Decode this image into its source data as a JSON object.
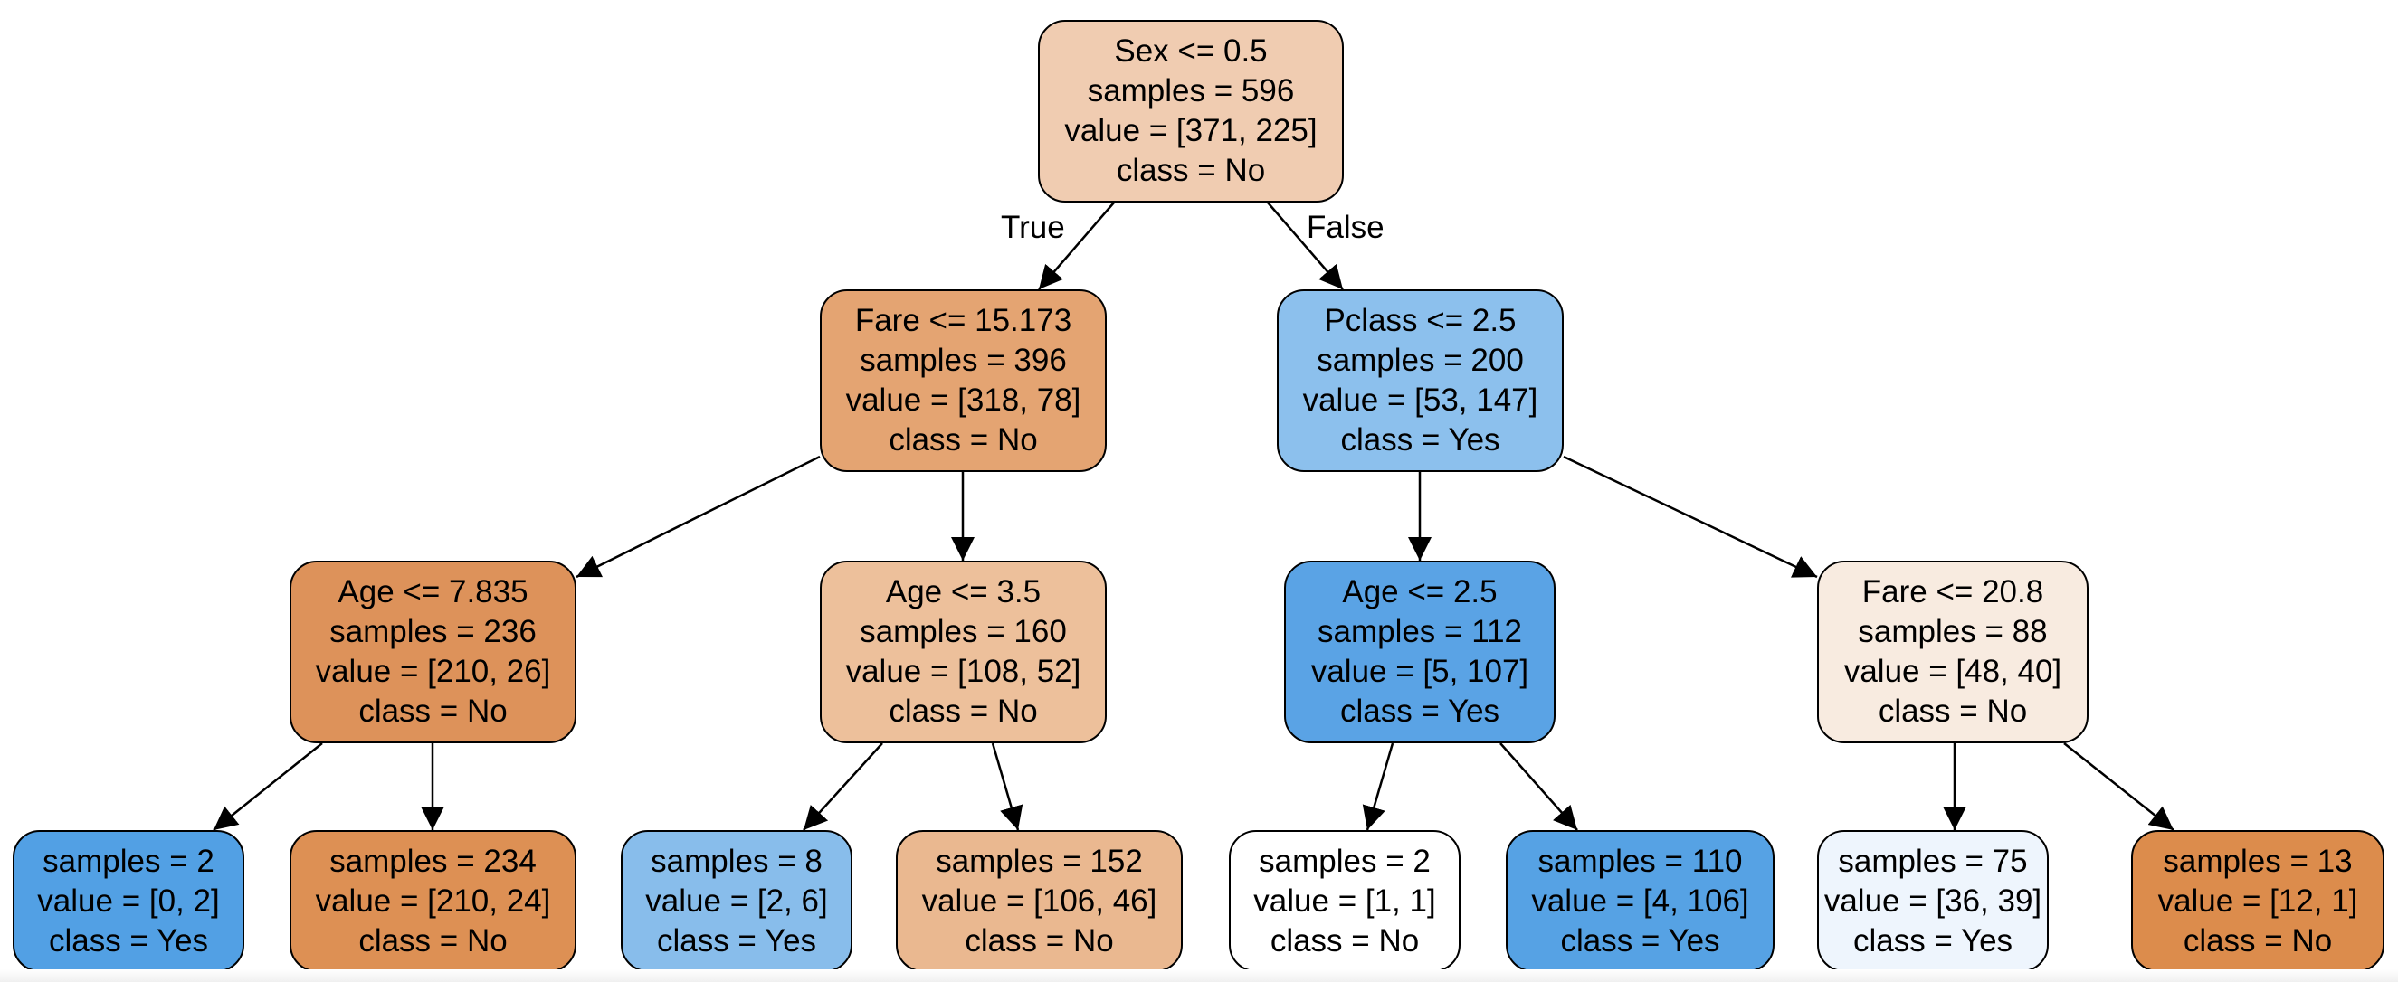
{
  "tree": {
    "edge_labels": {
      "true_label": "True",
      "false_label": "False"
    },
    "nodes": [
      {
        "id": "root",
        "split": "Sex <= 0.5",
        "samples": "samples = 596",
        "value": "value = [371, 225]",
        "class": "class = No",
        "fill": "#f0ccb1"
      },
      {
        "id": "fare-15",
        "split": "Fare <= 15.173",
        "samples": "samples = 396",
        "value": "value = [318, 78]",
        "class": "class = No",
        "fill": "#e4a472"
      },
      {
        "id": "pclass-2-5",
        "split": "Pclass <= 2.5",
        "samples": "samples = 200",
        "value": "value = [53, 147]",
        "class": "class = Yes",
        "fill": "#8cc0ed"
      },
      {
        "id": "age-7-835",
        "split": "Age <= 7.835",
        "samples": "samples = 236",
        "value": "value = [210, 26]",
        "class": "class = No",
        "fill": "#dd925a"
      },
      {
        "id": "age-3-5",
        "split": "Age <= 3.5",
        "samples": "samples = 160",
        "value": "value = [108, 52]",
        "class": "class = No",
        "fill": "#edc09b"
      },
      {
        "id": "age-2-5",
        "split": "Age <= 2.5",
        "samples": "samples = 112",
        "value": "value = [5, 107]",
        "class": "class = Yes",
        "fill": "#5aa3e5"
      },
      {
        "id": "fare-20-8",
        "split": "Fare <= 20.8",
        "samples": "samples = 88",
        "value": "value = [48, 40]",
        "class": "class = No",
        "fill": "#f8ebe0"
      },
      {
        "id": "leaf-1",
        "samples": "samples = 2",
        "value": "value = [0, 2]",
        "class": "class = Yes",
        "fill": "#52a0e4"
      },
      {
        "id": "leaf-2",
        "samples": "samples = 234",
        "value": "value = [210, 24]",
        "class": "class = No",
        "fill": "#dd9054"
      },
      {
        "id": "leaf-3",
        "samples": "samples = 8",
        "value": "value = [2, 6]",
        "class": "class = Yes",
        "fill": "#88bdeb"
      },
      {
        "id": "leaf-4",
        "samples": "samples = 152",
        "value": "value = [106, 46]",
        "class": "class = No",
        "fill": "#eab890"
      },
      {
        "id": "leaf-5",
        "samples": "samples = 2",
        "value": "value = [1, 1]",
        "class": "class = No",
        "fill": "#ffffff"
      },
      {
        "id": "leaf-6",
        "samples": "samples = 110",
        "value": "value = [4, 106]",
        "class": "class = Yes",
        "fill": "#56a2e4"
      },
      {
        "id": "leaf-7",
        "samples": "samples = 75",
        "value": "value = [36, 39]",
        "class": "class = Yes",
        "fill": "#eef5fd"
      },
      {
        "id": "leaf-8",
        "samples": "samples = 13",
        "value": "value = [12, 1]",
        "class": "class = No",
        "fill": "#dc8c4c"
      }
    ],
    "edges": [
      {
        "from": "root",
        "to": "fare-15"
      },
      {
        "from": "root",
        "to": "pclass-2-5"
      },
      {
        "from": "fare-15",
        "to": "age-7-835"
      },
      {
        "from": "fare-15",
        "to": "age-3-5"
      },
      {
        "from": "pclass-2-5",
        "to": "age-2-5"
      },
      {
        "from": "pclass-2-5",
        "to": "fare-20-8"
      },
      {
        "from": "age-7-835",
        "to": "leaf-1"
      },
      {
        "from": "age-7-835",
        "to": "leaf-2"
      },
      {
        "from": "age-3-5",
        "to": "leaf-3"
      },
      {
        "from": "age-3-5",
        "to": "leaf-4"
      },
      {
        "from": "age-2-5",
        "to": "leaf-5"
      },
      {
        "from": "age-2-5",
        "to": "leaf-6"
      },
      {
        "from": "fare-20-8",
        "to": "leaf-7"
      },
      {
        "from": "fare-20-8",
        "to": "leaf-8"
      }
    ]
  }
}
